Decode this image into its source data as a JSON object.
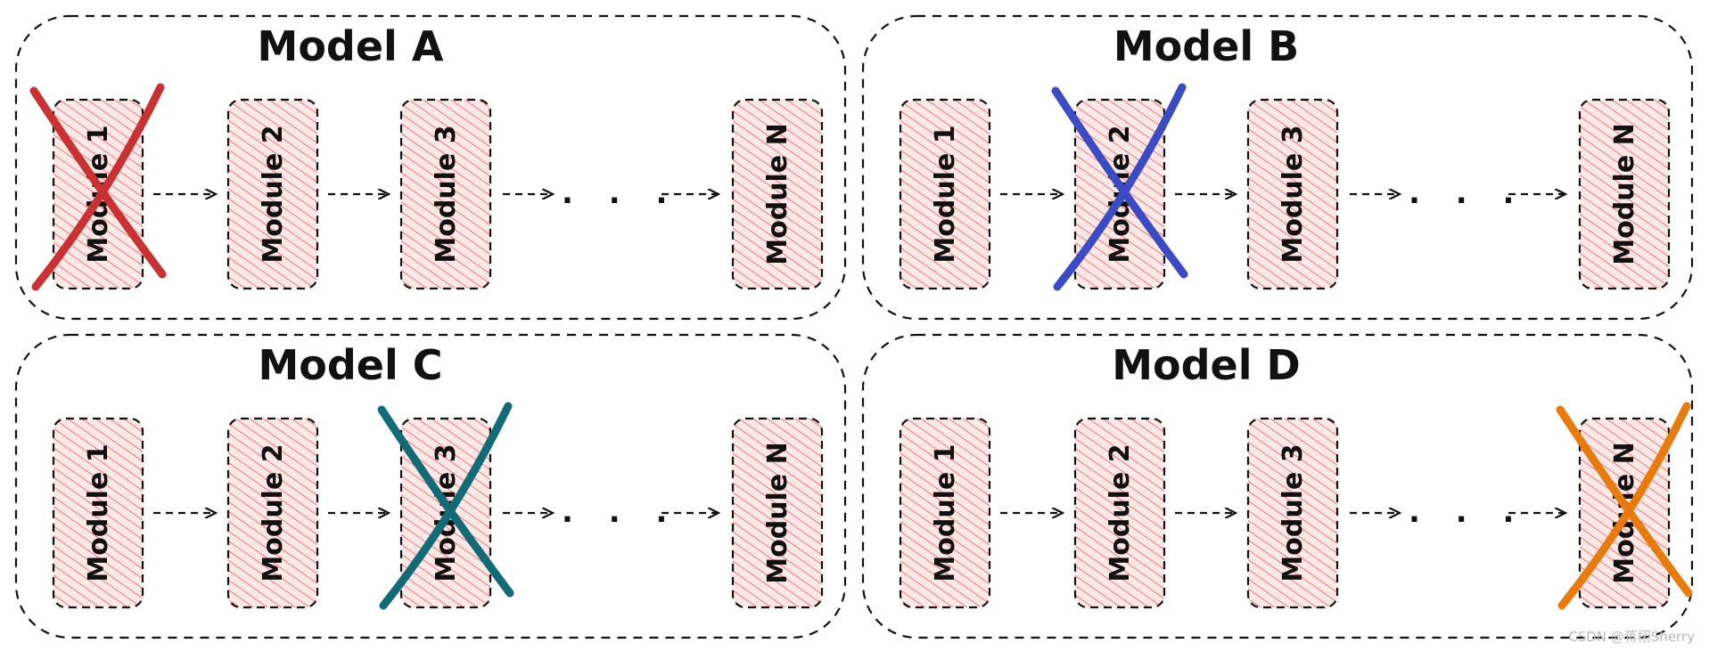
{
  "models": [
    {
      "title": "Model A",
      "modules": [
        "Module 1",
        "Module 2",
        "Module 3",
        "Module N"
      ],
      "ellipsis": ". . .",
      "crossed_module": 0,
      "cross_color": "#c83232"
    },
    {
      "title": "Model B",
      "modules": [
        "Module 1",
        "Module 2",
        "Module 3",
        "Module N"
      ],
      "ellipsis": ". . .",
      "crossed_module": 1,
      "cross_color": "#3a4bc4"
    },
    {
      "title": "Model C",
      "modules": [
        "Module 1",
        "Module 2",
        "Module 3",
        "Module N"
      ],
      "ellipsis": ". . .",
      "crossed_module": 2,
      "cross_color": "#136b78"
    },
    {
      "title": "Model D",
      "modules": [
        "Module 1",
        "Module 2",
        "Module 3",
        "Module N"
      ],
      "ellipsis": ". . .",
      "crossed_module": 3,
      "cross_color": "#e87b10"
    }
  ],
  "colors": {
    "module_hatch": "#ee5a5a",
    "module_fill": "#fde8e8",
    "stroke": "#111111"
  },
  "watermark": "CSDN @蒋栩Sherry"
}
